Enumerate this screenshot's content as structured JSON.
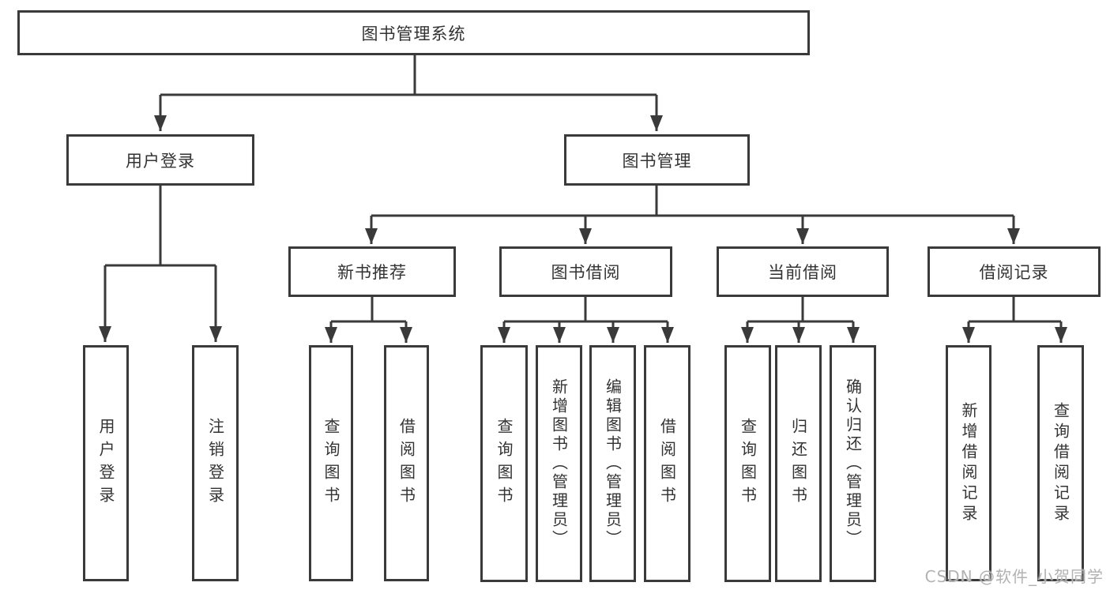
{
  "diagram": {
    "type": "hierarchy-tree",
    "root": {
      "label": "图书管理系统",
      "children": [
        {
          "label": "用户登录",
          "children": [
            {
              "label": "用户登录"
            },
            {
              "label": "注销登录"
            }
          ]
        },
        {
          "label": "图书管理",
          "children": [
            {
              "label": "新书推荐",
              "children": [
                {
                  "label": "查询图书"
                },
                {
                  "label": "借阅图书"
                }
              ]
            },
            {
              "label": "图书借阅",
              "children": [
                {
                  "label": "查询图书"
                },
                {
                  "label": "新增图书（管理员）"
                },
                {
                  "label": "编辑图书（管理员）"
                },
                {
                  "label": "借阅图书"
                }
              ]
            },
            {
              "label": "当前借阅",
              "children": [
                {
                  "label": "查询图书"
                },
                {
                  "label": "归还图书"
                },
                {
                  "label": "确认归还（管理员）"
                }
              ]
            },
            {
              "label": "借阅记录",
              "children": [
                {
                  "label": "新增借阅记录"
                },
                {
                  "label": "查询借阅记录"
                }
              ]
            }
          ]
        }
      ]
    },
    "colors": {
      "line": "#3a3a3a",
      "box_border": "#3a3a3a",
      "text": "#333333",
      "background": "#ffffff",
      "watermark": "#aeaeae"
    }
  },
  "watermark": "CSDN @软件_小贺同学"
}
